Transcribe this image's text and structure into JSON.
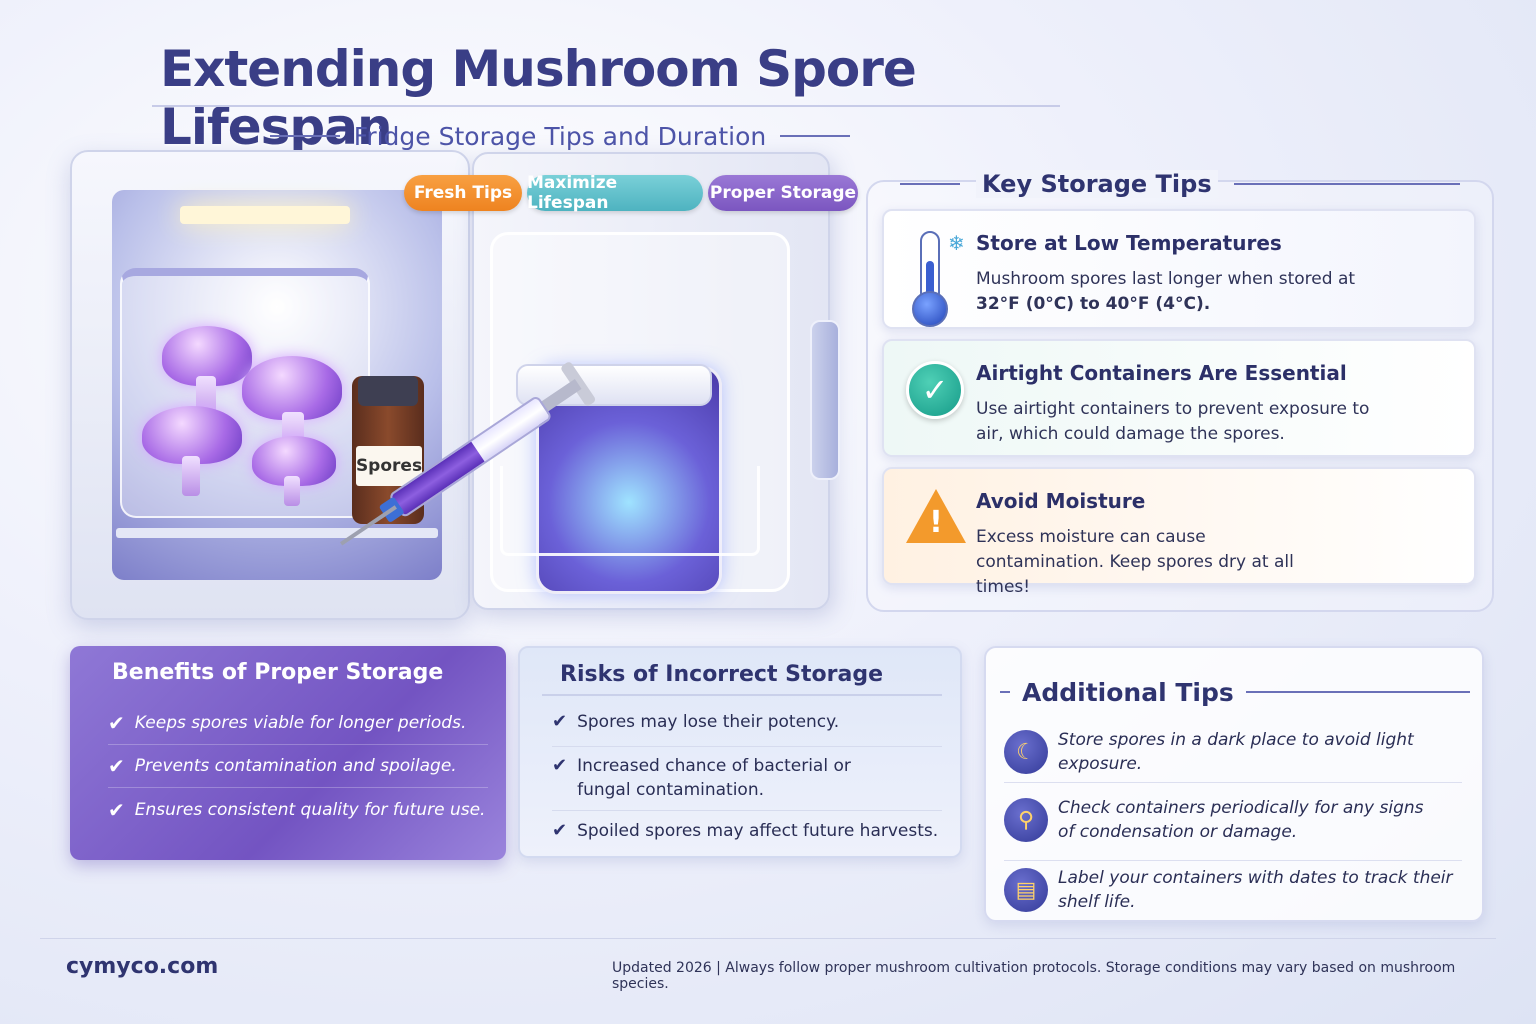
{
  "header": {
    "title": "Extending Mushroom Spore Lifespan",
    "subtitle": "Fridge Storage Tips and Duration"
  },
  "badges": [
    {
      "label": "Fresh Tips",
      "color": "#F08A26"
    },
    {
      "label": "Maximize Lifespan",
      "color": "#5BBBC7"
    },
    {
      "label": "Proper Storage",
      "color": "#8462C8"
    }
  ],
  "illustration": {
    "bottle_label": "Spores"
  },
  "key_tips": {
    "heading": "Key Storage Tips",
    "items": [
      {
        "icon": "thermometer-icon",
        "title": "Store at Low Temperatures",
        "text": "Mushroom spores last longer when stored at",
        "text_bold": "32°F (0°C) to 40°F (4°C)."
      },
      {
        "icon": "checkmark-icon",
        "title": "Airtight Containers Are Essential",
        "text": "Use airtight containers to prevent exposure to air, which could damage the spores."
      },
      {
        "icon": "warning-icon",
        "title": "Avoid Moisture",
        "text": "Excess moisture can cause contamination. Keep spores dry at all times!"
      }
    ]
  },
  "benefits": {
    "title": "Benefits of Proper Storage",
    "items": [
      "Keeps spores viable for longer periods.",
      "Prevents contamination and spoilage.",
      "Ensures consistent quality for future use."
    ]
  },
  "risks": {
    "title": "Risks of Incorrect Storage",
    "items": [
      "Spores may lose their potency.",
      "Increased chance of bacterial or fungal contamination.",
      "Spoiled spores may affect future harvests."
    ]
  },
  "additional": {
    "heading": "Additional Tips",
    "items": [
      {
        "icon": "moon-icon",
        "glyph": "☾",
        "text": "Store spores in a dark place to avoid light exposure."
      },
      {
        "icon": "magnifier-icon",
        "glyph": "⚲",
        "text": "Check containers periodically for any signs of condensation or damage."
      },
      {
        "icon": "label-icon",
        "glyph": "▤",
        "text": "Label your containers with dates to track their shelf life."
      }
    ]
  },
  "footer": {
    "site": "cymyco.com",
    "note": "Updated 2026 | Always follow proper mushroom cultivation protocols. Storage conditions may vary based on mushroom species."
  }
}
